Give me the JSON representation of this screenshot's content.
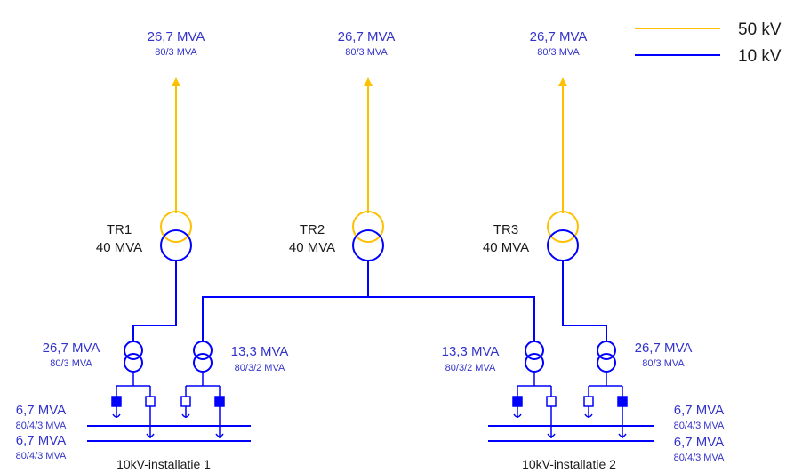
{
  "colors": {
    "hv": "#FFC000",
    "mv": "#0000FF",
    "text_dark": "#1A1A1A",
    "text_blue": "#3333CC"
  },
  "legend": {
    "hv_label": "50 kV",
    "mv_label": "10 kV"
  },
  "feeders": [
    {
      "power": "26,7 MVA",
      "ratio": "80/3 MVA"
    },
    {
      "power": "26,7 MVA",
      "ratio": "80/3 MVA"
    },
    {
      "power": "26,7 MVA",
      "ratio": "80/3 MVA"
    }
  ],
  "transformers": [
    {
      "name": "TR1",
      "rating": "40 MVA"
    },
    {
      "name": "TR2",
      "rating": "40 MVA"
    },
    {
      "name": "TR3",
      "rating": "40 MVA"
    }
  ],
  "reactors": [
    {
      "power": "26,7 MVA",
      "ratio": "80/3 MVA"
    },
    {
      "power": "13,3 MVA",
      "ratio": "80/3/2 MVA"
    },
    {
      "power": "13,3 MVA",
      "ratio": "80/3/2 MVA"
    },
    {
      "power": "26,7 MVA",
      "ratio": "80/3 MVA"
    }
  ],
  "bus_sections": [
    {
      "power": "6,7 MVA",
      "ratio": "80/4/3 MVA"
    },
    {
      "power": "6,7 MVA",
      "ratio": "80/4/3 MVA"
    },
    {
      "power": "6,7 MVA",
      "ratio": "80/4/3 MVA"
    },
    {
      "power": "6,7 MVA",
      "ratio": "80/4/3 MVA"
    }
  ],
  "installations": [
    {
      "name": "10kV-installatie 1"
    },
    {
      "name": "10kV-installatie 2"
    }
  ]
}
